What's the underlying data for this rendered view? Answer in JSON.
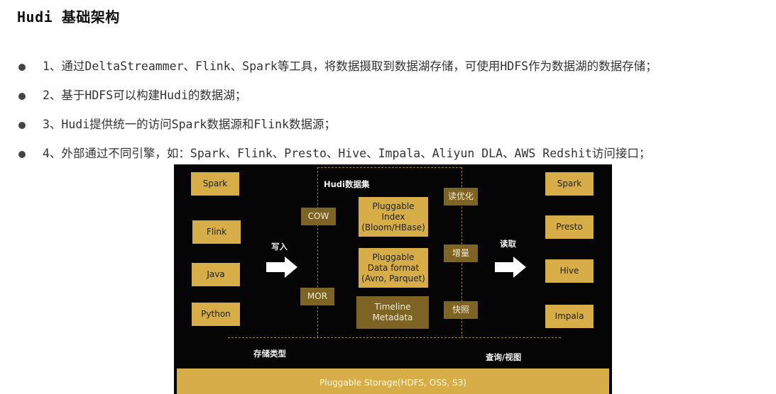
{
  "title": "Hudi 基础架构",
  "bullets": [
    "1、通过DeltaStreammer、Flink、Spark等工具，将数据摄取到数据湖存储，可使用HDFS作为数据湖的数据存储；",
    "2、基于HDFS可以构建Hudi的数据湖；",
    "3、Hudi提供统一的访问Spark数据源和Flink数据源；",
    "4、外部通过不同引擎，如：Spark、Flink、Presto、Hive、Impala、Aliyun DLA、AWS Redshit访问接口；"
  ],
  "diagram": {
    "sources": [
      "Spark",
      "Flink",
      "Java",
      "Python"
    ],
    "write_label": "写入",
    "dataset_label": "Hudi数据集",
    "table_types": [
      "COW",
      "MOR"
    ],
    "components": [
      "Pluggable\nIndex\n(Bloom/HBase)",
      "Pluggable\nData format\n(Avro, Parquet)",
      "Timeline\nMetadata"
    ],
    "query_types": [
      "读优化",
      "增量",
      "快照"
    ],
    "read_label": "读取",
    "engines": [
      "Spark",
      "Presto",
      "Hive",
      "Impala"
    ],
    "storage_type_label": "存储类型",
    "query_view_label": "查询/视图",
    "storage": "Pluggable Storage(HDFS, OSS, S3)"
  }
}
